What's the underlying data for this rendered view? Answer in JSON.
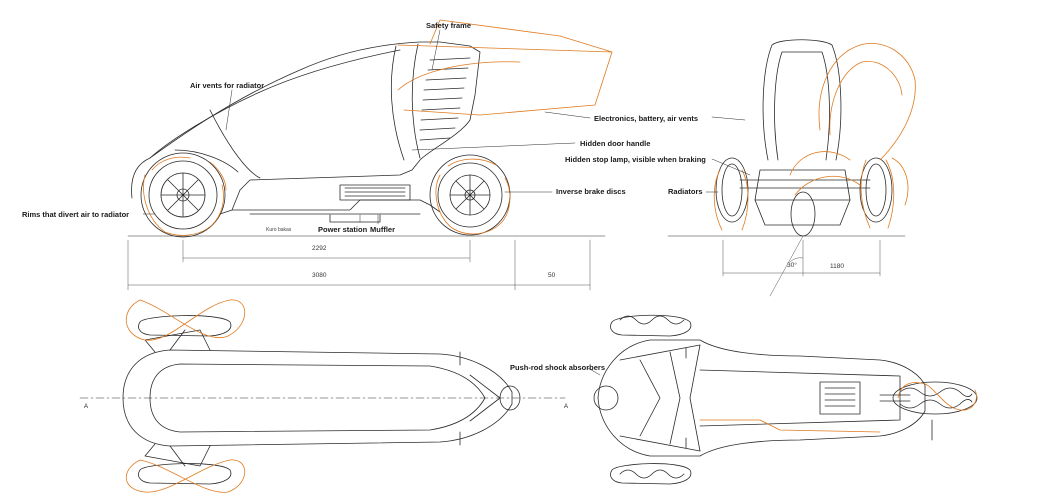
{
  "colors": {
    "line": "#2b2b2b",
    "accent": "#e07a1f",
    "dim": "#555555"
  },
  "labels": {
    "safety_frame": "Safety frame",
    "air_vents_radiator": "Air vents for radiator",
    "electronics": "Electronics, battery, air vents",
    "door_handle": "Hidden door handle",
    "stop_lamp": "Hidden stop lamp, visible when braking",
    "radiators": "Radiators",
    "inverse_brake": "Inverse brake discs",
    "rims": "Rims that divert air to radiator",
    "power_station": "Power station",
    "muffler": "Muffler",
    "kuro_bakas": "Kuro bakas",
    "pushrod": "Push-rod shock absorbers"
  },
  "dimensions": {
    "wheelbase": "2292",
    "length": "3080",
    "overhang": "50",
    "track": "1180",
    "angle": "30°"
  },
  "section_marks": {
    "left": "A",
    "right": "A"
  }
}
